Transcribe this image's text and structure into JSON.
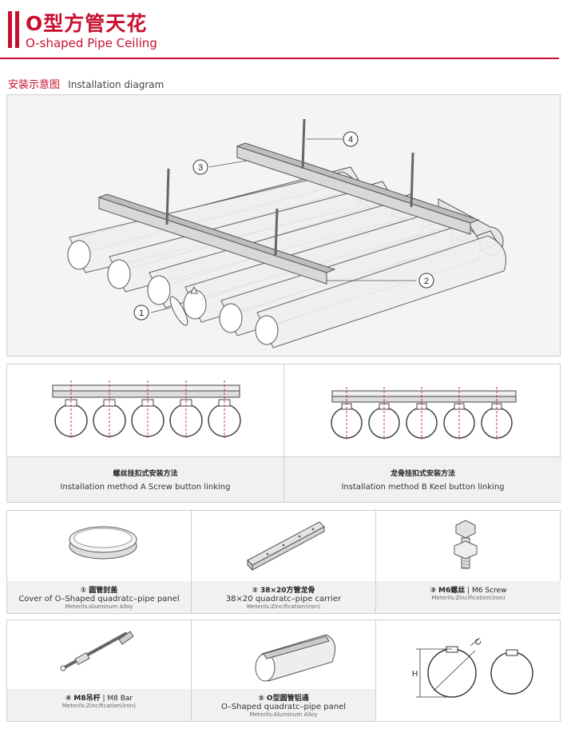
{
  "header": {
    "title_cn": "O型方管天花",
    "title_en": "O-shaped Pipe Ceiling"
  },
  "section": {
    "title_cn": "安装示意图",
    "title_en": "Installation diagram"
  },
  "diagram": {
    "callouts": [
      "1",
      "2",
      "3",
      "4"
    ]
  },
  "methods": {
    "a": {
      "cn": "螺丝挂扣式安装方法",
      "en": "Installation method A Screw button linking"
    },
    "b": {
      "cn": "龙骨挂扣式安装方法",
      "en": "Installation method B Keel button linking"
    }
  },
  "parts": [
    {
      "num": "①",
      "name_cn": "圆管封盖",
      "name_en": "Cover of O–Shaped quadratc–pipe panel",
      "material": "Meterils:Aluminum Alloy"
    },
    {
      "num": "②",
      "name_cn": "38×20方管龙骨",
      "name_en": "38×20 quadratc–pipe carrier",
      "material": "Meterils:Zincification(iron)"
    },
    {
      "num": "③",
      "name_cn": "M6螺丝",
      "name_en": "M6 Screw",
      "material": "Meterils:Zincification(iron)"
    },
    {
      "num": "④",
      "name_cn": "M8吊杆",
      "name_en": "M8 Bar",
      "material": "Meterils:Zincification(iron)"
    },
    {
      "num": "⑤",
      "name_cn": "O型圆管铝通",
      "name_en": "O–Shaped quadratc–pipe panel",
      "material": "Meterils:Aluminum Alloy"
    }
  ],
  "dimension": {
    "height_label": "H",
    "diameter_label": "C"
  }
}
